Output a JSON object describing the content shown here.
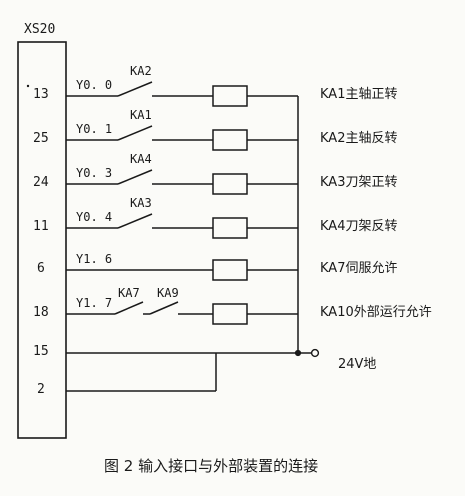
{
  "connector": {
    "label": "XS20"
  },
  "rows": [
    {
      "pin": "13",
      "signal": "Y0. 0",
      "relays": [
        "KA2"
      ],
      "function": "KA1主轴正转"
    },
    {
      "pin": "25",
      "signal": "Y0. 1",
      "relays": [
        "KA1"
      ],
      "function": "KA2主轴反转"
    },
    {
      "pin": "24",
      "signal": "Y0. 3",
      "relays": [
        "KA4"
      ],
      "function": "KA3刀架正转"
    },
    {
      "pin": "11",
      "signal": "Y0. 4",
      "relays": [
        "KA3"
      ],
      "function": "KA4刀架反转"
    },
    {
      "pin": "6",
      "signal": "Y1. 6",
      "relays": [],
      "function": "KA7伺服允许"
    },
    {
      "pin": "18",
      "signal": "Y1. 7",
      "relays": [
        "KA7",
        "KA9"
      ],
      "function": "KA10外部运行允许"
    }
  ],
  "common": [
    {
      "pin": "15",
      "label": "24V地"
    },
    {
      "pin": "2",
      "label": ""
    }
  ],
  "caption": "图 2   输入接口与外部装置的连接",
  "colors": {
    "ink": "#1a1a1a",
    "paper": "#fbfbf8"
  }
}
